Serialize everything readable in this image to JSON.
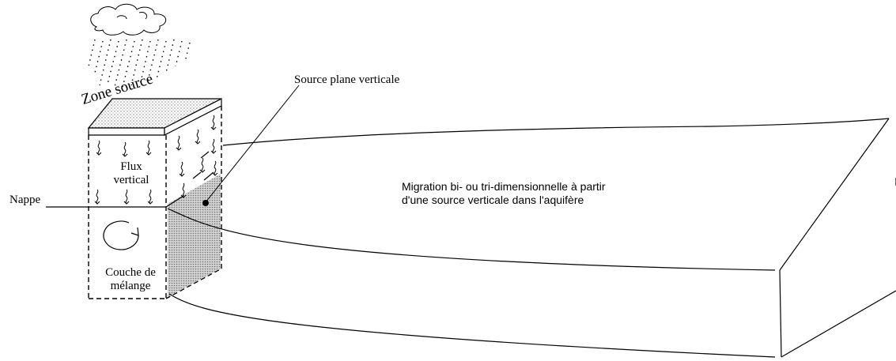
{
  "labels": {
    "zone_source": "Zone source",
    "source_plane": "Source plane verticale",
    "flux_line1": "Flux",
    "flux_line2": "vertical",
    "nappe": "Nappe",
    "migration_line1": "Migration bi- ou tri-dimensionnelle à partir",
    "migration_line2": "d'une source verticale dans l'aquifère",
    "couche_line1": "Couche de",
    "couche_line2": "mélange"
  },
  "icons": [
    "rain-cloud-icon",
    "circular-mixing-arrow-icon"
  ],
  "colors": {
    "line": "#000000",
    "fill_source": "#bdbdbd",
    "fill_background": "#ffffff"
  }
}
